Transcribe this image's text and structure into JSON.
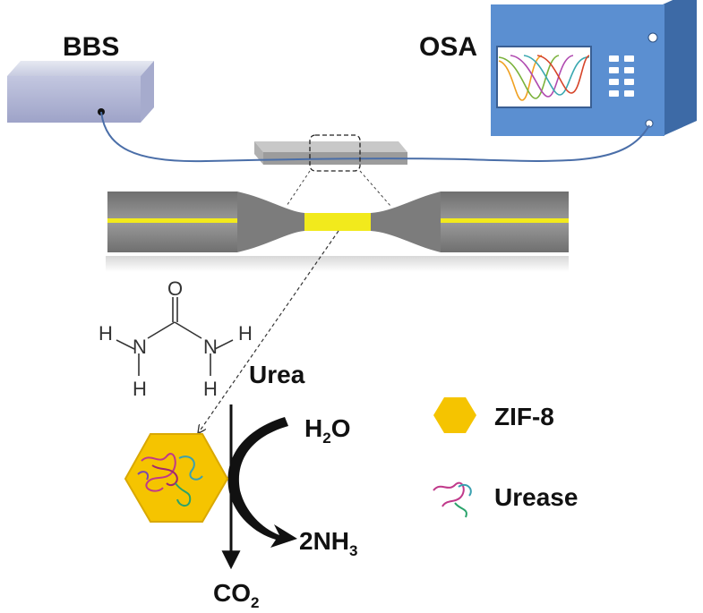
{
  "instruments": {
    "source_label": "BBS",
    "analyzer_label": "OSA"
  },
  "molecule": {
    "atoms": {
      "oxygen": "O",
      "hydrogen": "H",
      "nitrogen": "N"
    },
    "name": "Urea"
  },
  "reaction": {
    "reactant": {
      "base": "H",
      "sub": "2",
      "rest": "O"
    },
    "product_ammonia": {
      "base": "2NH",
      "sub": "3"
    },
    "product_co2": {
      "base": "CO",
      "sub": "2"
    }
  },
  "legend": {
    "zif_label": "ZIF-8",
    "urease_label": "Urease"
  },
  "colors": {
    "zif": "#f5c400",
    "fiber": "#8a8a8a",
    "core": "#f2ea1c",
    "cable": "#4a6ea8",
    "osa_body": "#5b8fd1",
    "protein_pink": "#c0398a",
    "protein_green": "#2aa36b"
  }
}
